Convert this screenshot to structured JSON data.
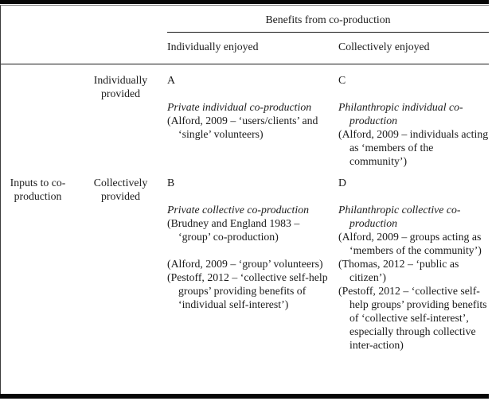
{
  "colors": {
    "background": "#ffffff",
    "text": "#1b1b1b",
    "rule": "#070707"
  },
  "table": {
    "group_header": "Benefits from co-production",
    "column_headers": {
      "individually_enjoyed": "Individually enjoyed",
      "collectively_enjoyed": "Collectively enjoyed"
    },
    "row_group_label": {
      "line1": "Inputs to co-",
      "line2": "production"
    },
    "row_stubs": {
      "individually_provided": "Individually provided",
      "collectively_provided": "Collectively provided"
    },
    "cells": {
      "A": {
        "letter": "A",
        "title": "Private individual co-production",
        "citations": [
          "(Alford, 2009 – ‘users/clients’ and ‘single’ volunteers)"
        ]
      },
      "B": {
        "letter": "B",
        "title": "Private collective co-production",
        "citations": [
          "(Brudney and England 1983 – ‘group’ co-production)",
          "(Alford, 2009 – ‘group’ volunteers)",
          "(Pestoff, 2012 – ‘collective self-help groups’ providing benefits of ‘individual self-interest’)"
        ]
      },
      "C": {
        "letter": "C",
        "title": "Philanthropic individual co-production",
        "citations": [
          "(Alford, 2009 – individuals acting as ‘members of the community’)"
        ]
      },
      "D": {
        "letter": "D",
        "title": "Philanthropic collective co-production",
        "citations": [
          "(Alford, 2009 – groups acting as ‘members of the community’)",
          "(Thomas, 2012 – ‘public as citizen’)",
          "(Pestoff, 2012 – ‘collective self-help groups’ providing benefits of ‘collective self-interest’, especially through collective inter-action)"
        ]
      }
    }
  }
}
